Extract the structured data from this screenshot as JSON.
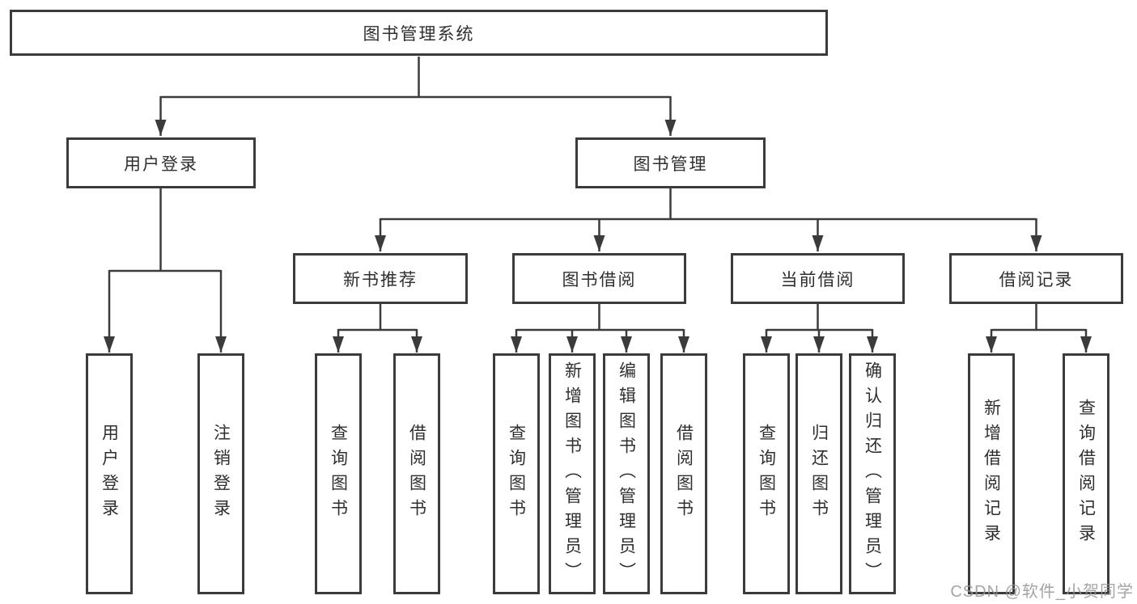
{
  "nodes": {
    "root": {
      "label": "图书管理系统"
    },
    "userLogin": {
      "label": "用户登录"
    },
    "bookMgmt": {
      "label": "图书管理"
    },
    "newBookRec": {
      "label": "新书推荐"
    },
    "bookBorrow": {
      "label": "图书借阅"
    },
    "currentBorrow": {
      "label": "当前借阅"
    },
    "borrowRecord": {
      "label": "借阅记录"
    },
    "loginLeaf": {
      "label": "用户登录"
    },
    "logoutLeaf": {
      "label": "注销登录"
    },
    "recQueryBook": {
      "label": "查询图书"
    },
    "recBorrowBook": {
      "label": "借阅图书"
    },
    "bbQueryBook": {
      "label": "查询图书"
    },
    "bbAddBook": {
      "label": "新增图书（管理员）"
    },
    "bbEditBook": {
      "label": "编辑图书（管理员）"
    },
    "bbBorrowBook": {
      "label": "借阅图书"
    },
    "cbQueryBook": {
      "label": "查询图书"
    },
    "cbReturnBook": {
      "label": "归还图书"
    },
    "cbConfirmReturn": {
      "label": "确认归还（管理员）"
    },
    "brAddRecord": {
      "label": "新增借阅记录"
    },
    "brQueryRecord": {
      "label": "查询借阅记录"
    }
  },
  "watermark": {
    "text": "CSDN @软件_小贺同学"
  },
  "colors": {
    "line": "#3b3b3b",
    "text": "#2f2f2f",
    "watermark": "#949494",
    "canvas": "#ffffff"
  }
}
